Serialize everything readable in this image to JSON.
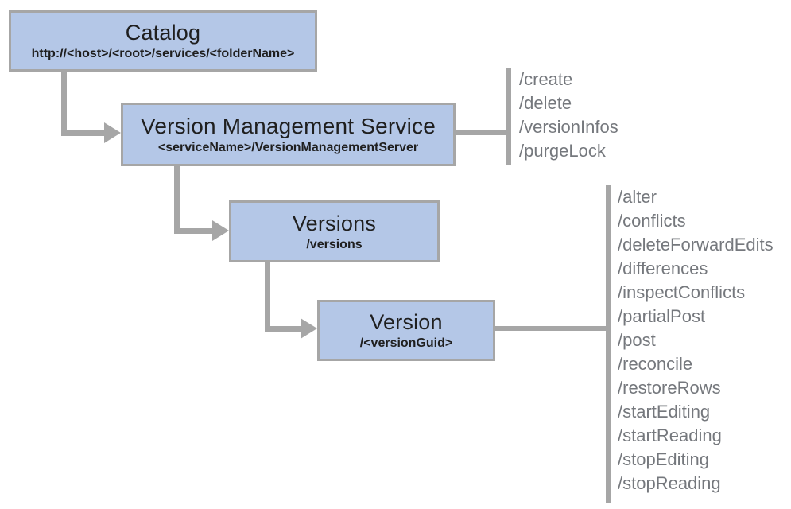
{
  "diagram": {
    "description": "REST service hierarchy diagram",
    "colors": {
      "node_fill": "#b4c7e7",
      "node_border": "#a6a6a6",
      "connector": "#a6a6a6",
      "title_text": "#1f1f1f",
      "operation_text": "#75787d"
    },
    "nodes": [
      {
        "id": "catalog",
        "title": "Catalog",
        "subtitle": "http://<host>/<root>/services/<folderName>"
      },
      {
        "id": "version-management-service",
        "title": "Version Management Service",
        "subtitle": "<serviceName>/VersionManagementServer",
        "operations": [
          "/create",
          "/delete",
          "/versionInfos",
          "/purgeLock"
        ]
      },
      {
        "id": "versions",
        "title": "Versions",
        "subtitle": "/versions"
      },
      {
        "id": "version",
        "title": "Version",
        "subtitle": "/<versionGuid>",
        "operations": [
          "/alter",
          "/conflicts",
          "/deleteForwardEdits",
          "/differences",
          "/inspectConflicts",
          "/partialPost",
          "/post",
          "/reconcile",
          "/restoreRows",
          "/startEditing",
          "/startReading",
          "/stopEditing",
          "/stopReading"
        ]
      }
    ]
  }
}
